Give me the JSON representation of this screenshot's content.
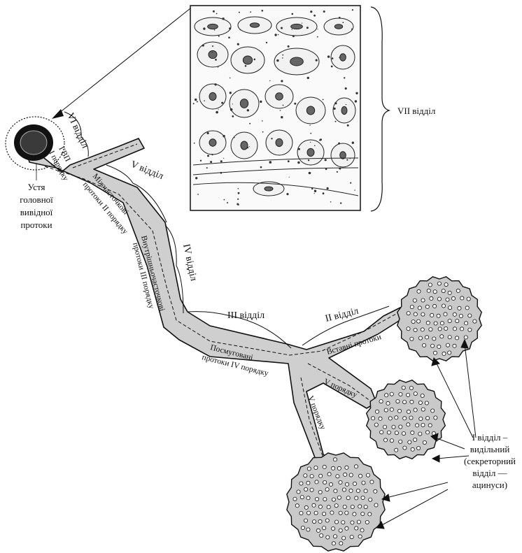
{
  "labels": {
    "mouth_line1": "Устя",
    "mouth_line2": "головної",
    "mouth_line3": "вивідної",
    "mouth_line4": "протоки",
    "sec_vi": "VI відділ",
    "sec_v": "V відділ",
    "sec_iv": "IV відділ",
    "sec_iii": "III відділ",
    "sec_ii": "II відділ",
    "sec_vii": "VII відділ",
    "gvp_1": "ГВП",
    "gvp_2": "І порядку",
    "interlobular_1": "Міжчасточкові",
    "interlobular_2": "протоки ІІ порядку",
    "intralobular_1": "Внутрішньочасточкові",
    "intralobular_2": "протоки ІІІ порядку",
    "striated_1": "Посмуговані",
    "striated_2": "протоки IV порядку",
    "intercalated": "Вставні протоки",
    "order_v_a": "V порядку",
    "order_v_b": "V порядку",
    "sec_i_1": "І відділ –",
    "sec_i_2": "видільний",
    "sec_i_3": "(секреторний",
    "sec_i_4": "відділ —",
    "sec_i_5": "ацинуси)"
  },
  "colors": {
    "duct_fill": "#cfcfcf",
    "acinus_fill": "#c9c9c9",
    "line": "#111111",
    "mouth_dark": "#2a2a2a"
  }
}
